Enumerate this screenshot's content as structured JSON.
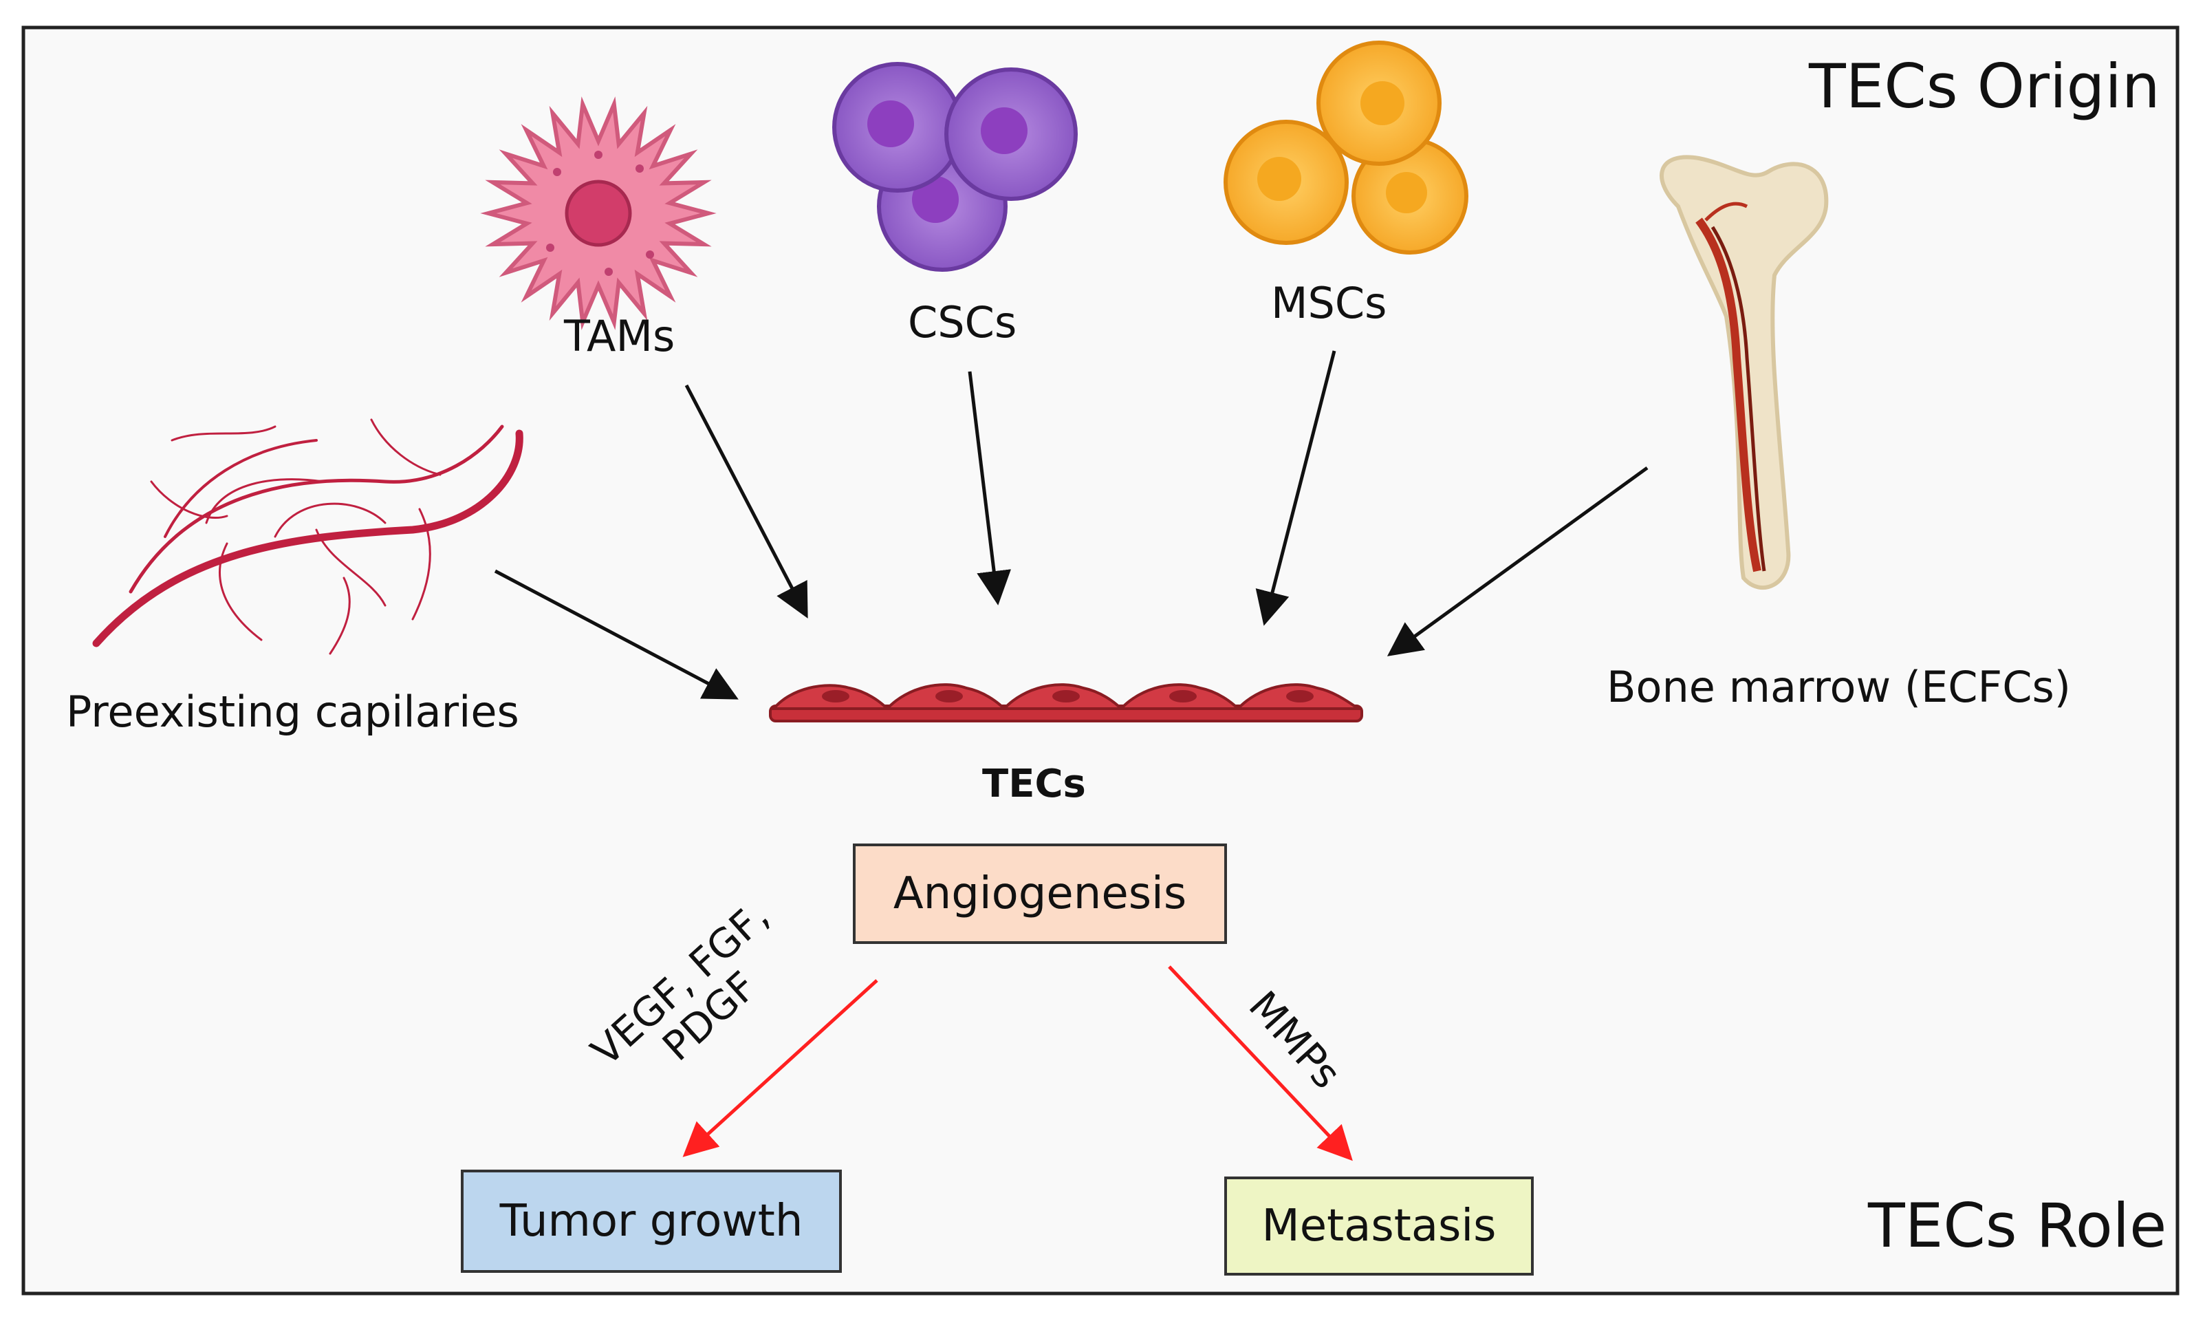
{
  "corners": {
    "origin": "TECs Origin",
    "role": "TECs Role"
  },
  "sources": {
    "tams": "TAMs",
    "cscs": "CSCs",
    "mscs": "MSCs",
    "capillaries": "Preexisting capilaries",
    "bone_marrow": "Bone marrow (ECFCs)"
  },
  "center_label": "TECs",
  "boxes": {
    "angiogenesis": "Angiogenesis",
    "tumor_growth": "Tumor growth",
    "metastasis": "Metastasis"
  },
  "arrow_labels": {
    "left_line1": "VEGF, FGF,",
    "left_line2": "PDGF",
    "right": "MMPs"
  },
  "colors": {
    "angiogenesis_fill": "#fcdcc8",
    "tumor_growth_fill": "#bcd6ee",
    "metastasis_fill": "#eef5c4",
    "red_arrow": "#ff2020",
    "tec_red": "#c8303a",
    "tam_pink": "#f08aa6",
    "csc_purple": "#a070d0",
    "msc_orange": "#f8b840",
    "vessel_red": "#c02040"
  }
}
